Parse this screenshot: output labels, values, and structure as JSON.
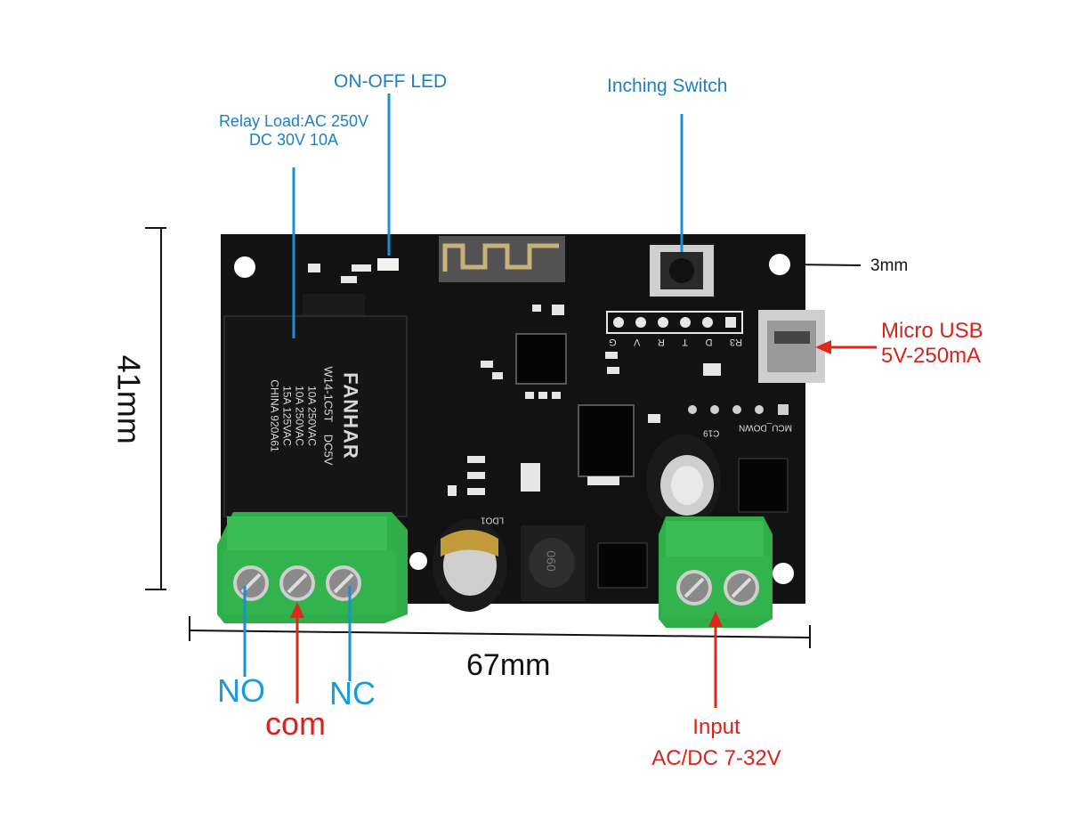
{
  "labels": {
    "on_off_led": "ON-OFF LED",
    "inching_switch": "Inching Switch",
    "relay_load_line1": "Relay Load:AC 250V",
    "relay_load_line2": "DC 30V 10A",
    "hole_size": "3mm",
    "micro_usb_line1": "Micro USB",
    "micro_usb_line2": "5V-250mA",
    "height_dim": "41mm",
    "width_dim": "67mm",
    "no": "NO",
    "com": "com",
    "nc": "NC",
    "input_line1": "Input",
    "input_line2": "AC/DC 7-32V"
  },
  "relay": {
    "brand": "FANHAR",
    "model": "W14-1C5T",
    "coil": "DC5V",
    "rating1": "10A 250VAC",
    "rating2": "10A 250VAC",
    "rating3": "15A 125VAC",
    "origin": "CHINA 920A61"
  },
  "header_pins": [
    "G",
    "V",
    "R",
    "T",
    "D",
    "R3"
  ],
  "silkscreen": {
    "mcu_down": "MCU_DOWN",
    "inductor": "060",
    "cap": "C19",
    "ldo": "LDO1"
  },
  "colors": {
    "blue_label": "#1f7ec4",
    "red_label": "#d8231c",
    "pcb": "#111111",
    "terminal": "#2fae4a"
  }
}
